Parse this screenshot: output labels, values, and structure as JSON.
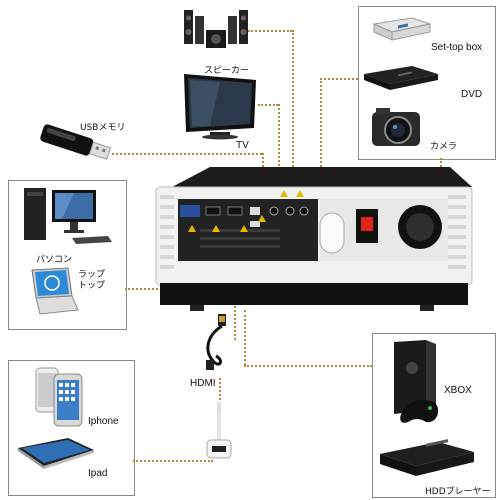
{
  "devices": {
    "speaker": "スピーカー",
    "tv": "TV",
    "usb": "USBメモリ",
    "settop": "Set-top box",
    "dvd": "DVD",
    "camera": "カメラ",
    "pc": "パソコン",
    "laptop": "ラップ\nトップ",
    "hdmi": "HDMI",
    "iphone": "Iphone",
    "ipad": "Ipad",
    "xbox": "XBOX",
    "hdd": "HDDプレーヤー"
  },
  "colors": {
    "connector": "#b08d3a",
    "arrow": "#e6b800",
    "projector_body": "#f2f2f2",
    "projector_dark": "#1c1c1c"
  }
}
